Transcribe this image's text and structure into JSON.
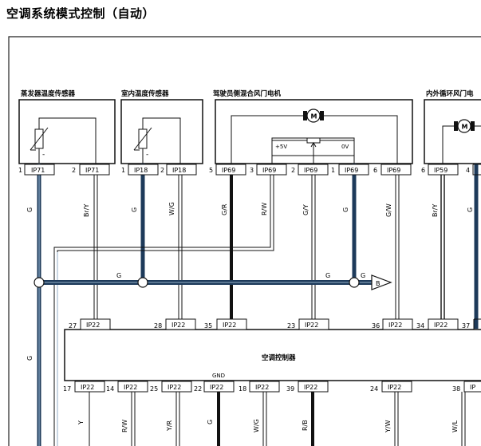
{
  "title": "空调系统模式控制（自动）",
  "components": {
    "evap_sensor": "蒸发器温度传感器",
    "indoor_sensor": "室内温度传感器",
    "blend_motor": "驾驶员侧混合风门电机",
    "recirc_motor": "内外循环风门电",
    "controller": "空调控制器",
    "motor_symbol": "M",
    "plus5v": "+5V",
    "zero_v": "0V",
    "sensor_minus": "-",
    "gnd": "GND"
  },
  "top_connectors": [
    {
      "num": "1",
      "conn": "IP71"
    },
    {
      "num": "2",
      "conn": "IP71"
    },
    {
      "num": "1",
      "conn": "IP18"
    },
    {
      "num": "2",
      "conn": "IP18"
    },
    {
      "num": "5",
      "conn": "IP69"
    },
    {
      "num": "3",
      "conn": "IP69"
    },
    {
      "num": "2",
      "conn": "IP69"
    },
    {
      "num": "1",
      "conn": "IP69"
    },
    {
      "num": "6",
      "conn": "IP69"
    },
    {
      "num": "6",
      "conn": "IP59"
    },
    {
      "num": "4",
      "conn": ""
    }
  ],
  "top_wire_colors": [
    "G",
    "Br/Y",
    "G",
    "W/G",
    "G/R",
    "R/W",
    "G/Y",
    "G",
    "G/W",
    "Br/Y",
    "G"
  ],
  "ctrl_top_connectors": [
    {
      "num": "27",
      "conn": "IP22"
    },
    {
      "num": "28",
      "conn": "IP22"
    },
    {
      "num": "35",
      "conn": "IP22"
    },
    {
      "num": "23",
      "conn": "IP22"
    },
    {
      "num": "36",
      "conn": "IP22"
    },
    {
      "num": "34",
      "conn": "IP22"
    },
    {
      "num": "37",
      "conn": ""
    }
  ],
  "ctrl_bottom_connectors": [
    {
      "num": "17",
      "conn": "IP22"
    },
    {
      "num": "14",
      "conn": "IP22"
    },
    {
      "num": "25",
      "conn": "IP22"
    },
    {
      "num": "22",
      "conn": "IP22"
    },
    {
      "num": "18",
      "conn": "IP22"
    },
    {
      "num": "39",
      "conn": "IP22"
    },
    {
      "num": "24",
      "conn": "IP22"
    },
    {
      "num": "38",
      "conn": "IP"
    }
  ],
  "bottom_wire_colors": [
    "Y",
    "R/W",
    "Y/R",
    "G",
    "W/G",
    "R/B",
    "Y/W",
    "W/L"
  ],
  "ground_bus": {
    "label_left": "G",
    "label_mid": "G",
    "label_right": "G",
    "connector": "B"
  },
  "left_wire_label": "G"
}
